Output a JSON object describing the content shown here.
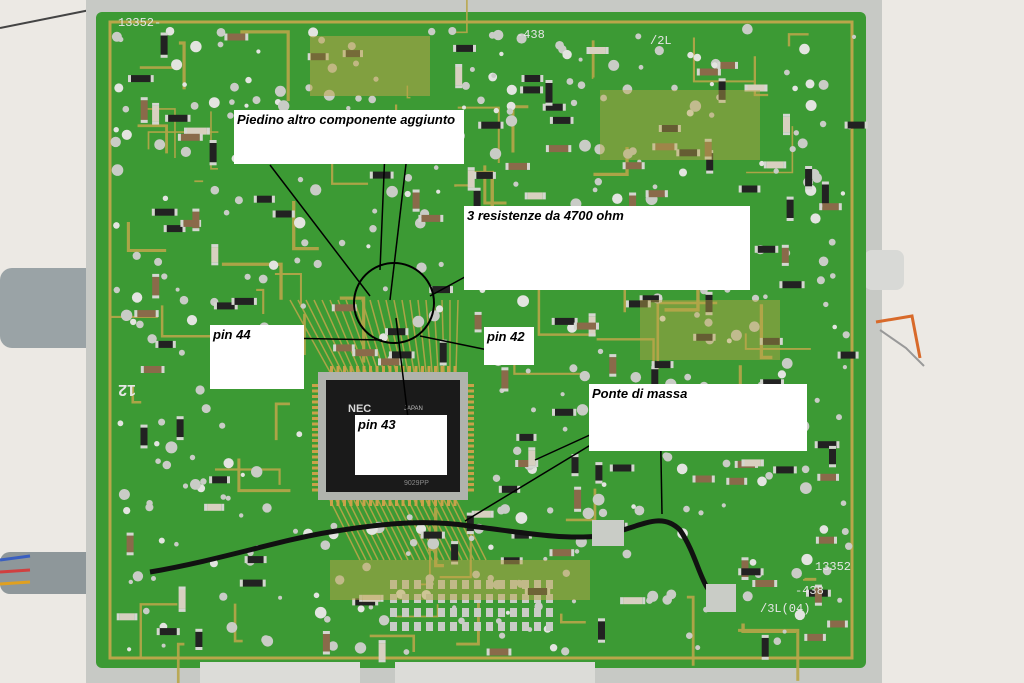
{
  "photo": {
    "board_colors": {
      "pcb": "#3c9a34",
      "pcb_dark": "#2f7f2a",
      "gold": "#b9a64a",
      "silver": "#c9ccc6",
      "chip": "#1a1a1a",
      "wire": "#111111",
      "background": "#ece9e4"
    },
    "silkscreen": {
      "top_left": "13352-",
      "top_mid": "-438",
      "top_right": "/2L",
      "bottom_right_1": "13352",
      "bottom_right_2": "-438",
      "bottom_right_3": "/3L(04)",
      "side_marking": "12",
      "chip_brand": "NEC",
      "chip_origin": "JAPAN",
      "chip_code": "9029PP"
    }
  },
  "annotations": {
    "piedino": "Piedino altro componente aggiunto",
    "resistenze": "3 resistenze da 4700 ohm",
    "pin44": "pin 44",
    "pin42": "pin 42",
    "pin43": "pin 43",
    "ponte": "Ponte di massa"
  }
}
